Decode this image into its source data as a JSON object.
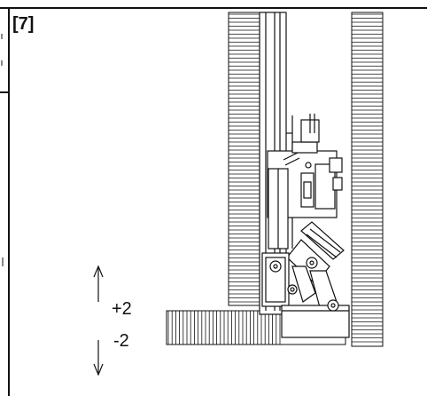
{
  "figure": {
    "step_label": "[7]",
    "adjust_up_label": "+2",
    "adjust_down_label": "-2"
  },
  "colors": {
    "line": "#111111",
    "background": "#ffffff"
  }
}
